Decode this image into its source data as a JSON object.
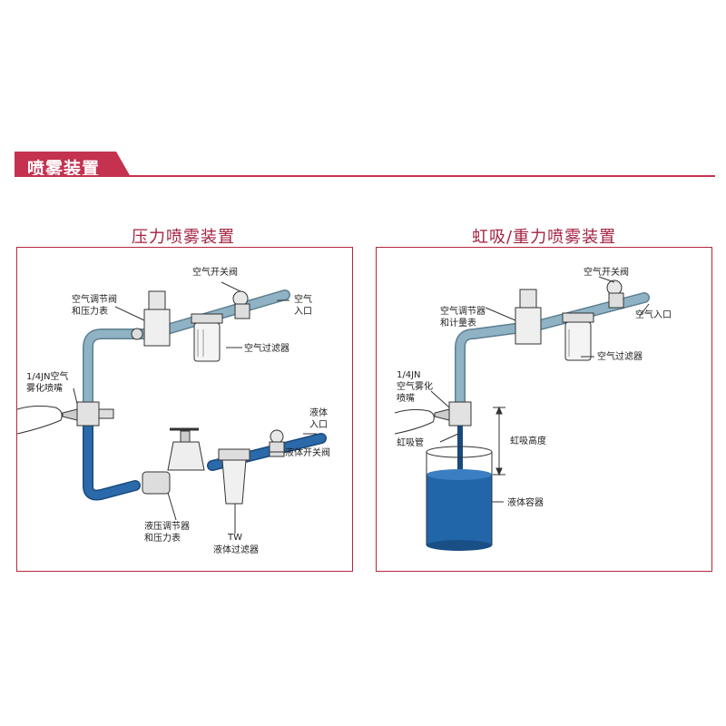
{
  "section_title": "喷雾装置",
  "colors": {
    "accent": "#c4324f",
    "air_pipe": "#7fa3b6",
    "liquid_pipe": "#1f5d9c",
    "liquid": "#2266aa"
  },
  "pressure": {
    "title": "压力喷雾装置",
    "labels": {
      "air_valve": "空气开关阀",
      "air_inlet_1": "空气",
      "air_inlet_2": "入口",
      "air_reg_1": "空气调节阀",
      "air_reg_2": "和压力表",
      "air_filter": "空气过滤器",
      "nozzle_1": "1/4JN空气",
      "nozzle_2": "雾化喷嘴",
      "liquid_inlet_1": "液体",
      "liquid_inlet_2": "入口",
      "liquid_valve": "液体开关阀",
      "liquid_reg_1": "液压调节器",
      "liquid_reg_2": "和压力表",
      "tw_1": "TW",
      "tw_2": "液体过滤器"
    }
  },
  "siphon": {
    "title": "虹吸/重力喷雾装置",
    "labels": {
      "air_valve": "空气开关阀",
      "air_inlet": "空气入口",
      "air_reg_1": "空气调节器",
      "air_reg_2": "和计量表",
      "air_filter": "空气过滤器",
      "nozzle_1": "1/4JN",
      "nozzle_2": "空气雾化",
      "nozzle_3": "喷嘴",
      "siphon_height": "虹吸高度",
      "siphon_tube": "虹吸管",
      "container": "液体容器"
    }
  }
}
